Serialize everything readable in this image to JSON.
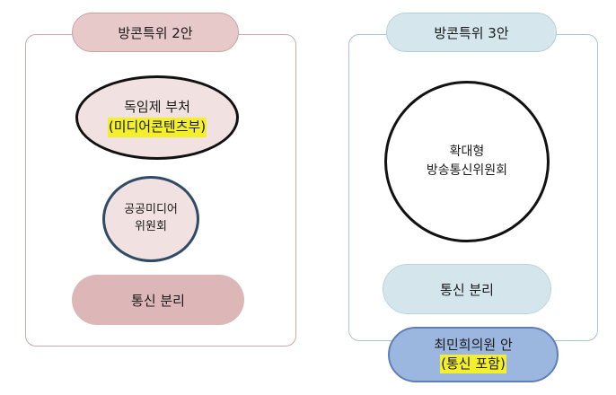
{
  "left_proposal": {
    "title": "방콘특위 2안",
    "ministry_line1": "독임제 부처",
    "ministry_line2": "(미디어콘텐츠부)",
    "media_committee_line1": "공공미디어",
    "media_committee_line2": "위원회",
    "telecom_split": "통신 분리"
  },
  "right_proposal": {
    "title": "방콘특위 3안",
    "broadcast_committee_line1": "확대형",
    "broadcast_committee_line2": "방송통신위원회",
    "telecom_split": "통신 분리"
  },
  "choi_proposal": {
    "line1": "최민희의원 안",
    "line2": "(통신 포함)"
  },
  "colors": {
    "left_header_fill": "#e7c9ca",
    "left_split_fill": "#ddb6b7",
    "right_header_fill": "#d5e6ec",
    "choi_fill": "#9cb7df",
    "highlight": "#f3ef2a"
  }
}
